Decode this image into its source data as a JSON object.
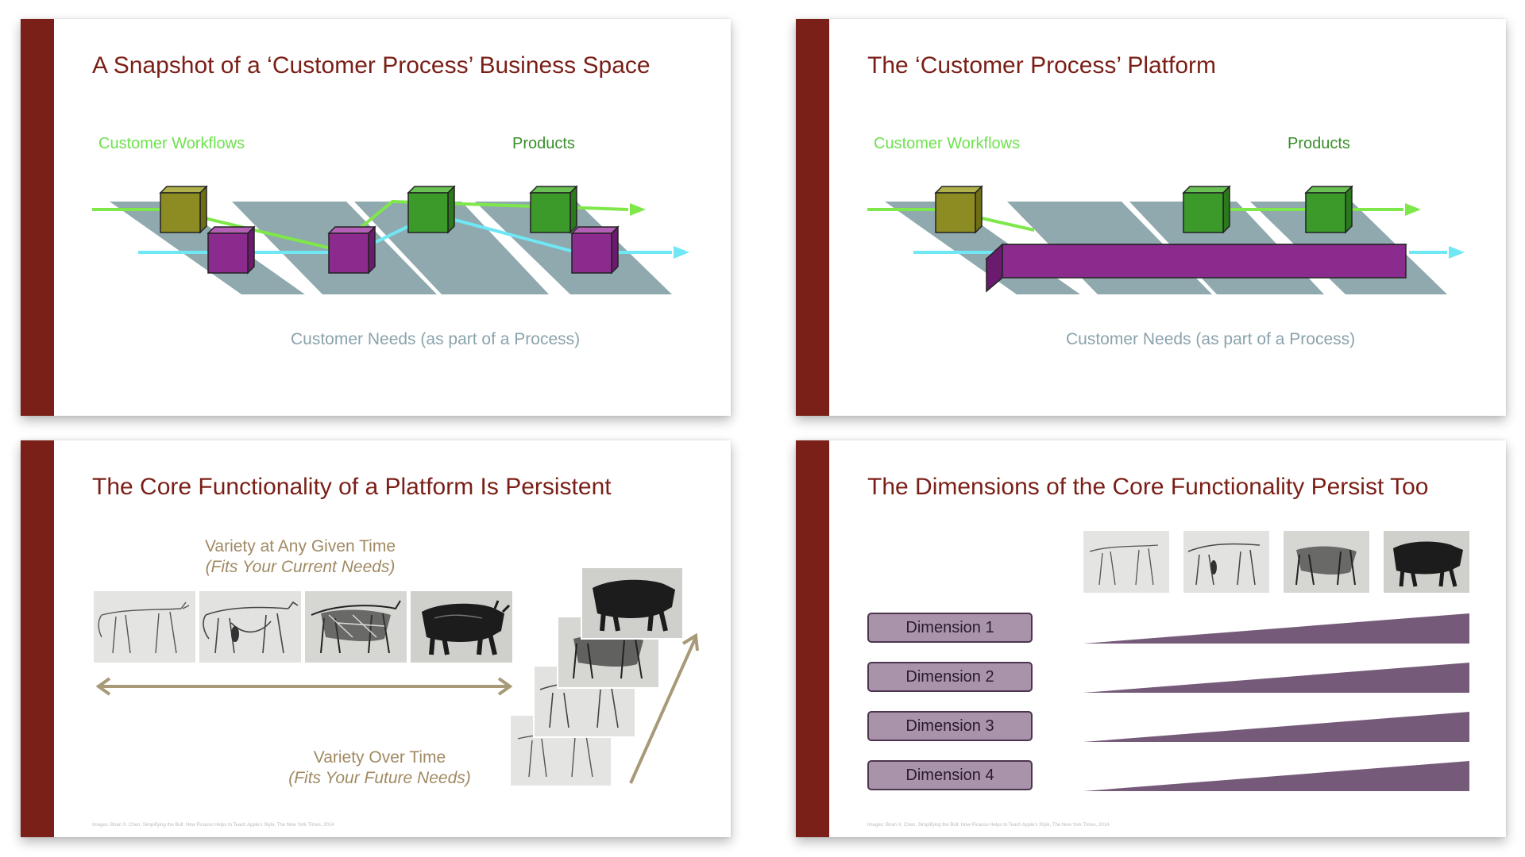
{
  "slides": [
    {
      "title": "A Snapshot of a ‘Customer Process’ Business Space",
      "labels": {
        "workflows": "Customer Workflows",
        "products": "Products",
        "needs": "Customer Needs (as part of a Process)"
      },
      "colors": {
        "workflow_line": "#7ee84a",
        "needs_line": "#6fe7f5",
        "plane": "#8fa9ae",
        "olive_cube": "#8c8c22",
        "purple_cube": "#8b2b8e",
        "green_cube": "#3c9a2a"
      }
    },
    {
      "title": "The ‘Customer Process’ Platform",
      "labels": {
        "workflows": "Customer Workflows",
        "products": "Products",
        "needs": "Customer Needs (as part of a Process)"
      }
    },
    {
      "title": "The Core Functionality of a Platform Is Persistent",
      "variety_now": {
        "line1": "Variety at Any Given Time",
        "line2": "(Fits Your Current Needs)"
      },
      "variety_time": {
        "line1": "Variety Over Time",
        "line2": "(Fits Your Future Needs)"
      },
      "credit": "Images: Brian X. Chen, Simplifying the Bull: How Picasso Helps to Teach Apple’s Style, The New York Times, 2014",
      "colors": {
        "arrow": "#a89a78",
        "label": "#a08a63"
      }
    },
    {
      "title": "The Dimensions of the Core Functionality Persist Too",
      "dimensions": [
        "Dimension 1",
        "Dimension 2",
        "Dimension 3",
        "Dimension 4"
      ],
      "credit": "Images: Brian X. Chen, Simplifying the Bull: How Picasso Helps to Teach Apple’s Style, The New York Times, 2014",
      "colors": {
        "wedge": "#765a7a",
        "button": "#a893ab"
      }
    }
  ]
}
